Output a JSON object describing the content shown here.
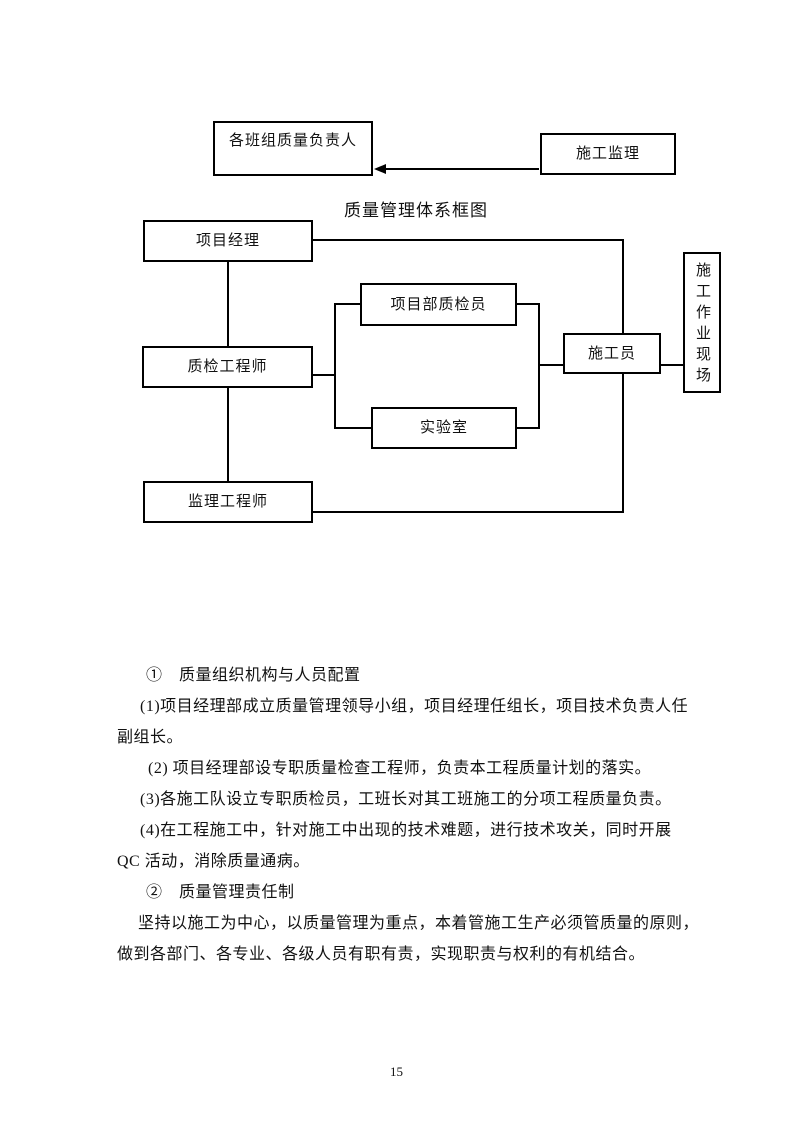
{
  "colors": {
    "background": "#ffffff",
    "line": "#000000",
    "text": "#111111"
  },
  "top_flow": {
    "team_quality_leader_box": "各班组质量负责人",
    "construction_supervisor_box": "施工监理"
  },
  "diagram": {
    "title": "质量管理体系框图",
    "boxes": {
      "project_manager": "项目经理",
      "dept_quality_inspector": "项目部质检员",
      "quality_engineer": "质检工程师",
      "laboratory": "实验室",
      "constructor": "施工员",
      "work_site": "施工作业现场",
      "supervising_engineer": "监理工程师"
    }
  },
  "body": {
    "lines": [
      {
        "text": "①　质量组织机构与人员配置",
        "indent": 29
      },
      {
        "text": "(1)项目经理部成立质量管理领导小组，项目经理任组长，项目技术负责人任",
        "indent": 23
      },
      {
        "text": "副组长。",
        "indent": 0
      },
      {
        "text": "(2) 项目经理部设专职质量检查工程师，负责本工程质量计划的落实。",
        "indent": 31
      },
      {
        "text": "(3)各施工队设立专职质检员，工班长对其工班施工的分项工程质量负责。",
        "indent": 23
      },
      {
        "text": "(4)在工程施工中，针对施工中出现的技术难题，进行技术攻关，同时开展",
        "indent": 23
      },
      {
        "text": "QC 活动，消除质量通病。",
        "indent": 0
      },
      {
        "text": "②　质量管理责任制",
        "indent": 29
      },
      {
        "text": "坚持以施工为中心，以质量管理为重点，本着管施工生产必须管质量的原则，",
        "indent": 21
      },
      {
        "text": "做到各部门、各专业、各级人员有职有责，实现职责与权利的有机结合。",
        "indent": 0
      }
    ]
  },
  "footer": {
    "page_number": "15"
  }
}
